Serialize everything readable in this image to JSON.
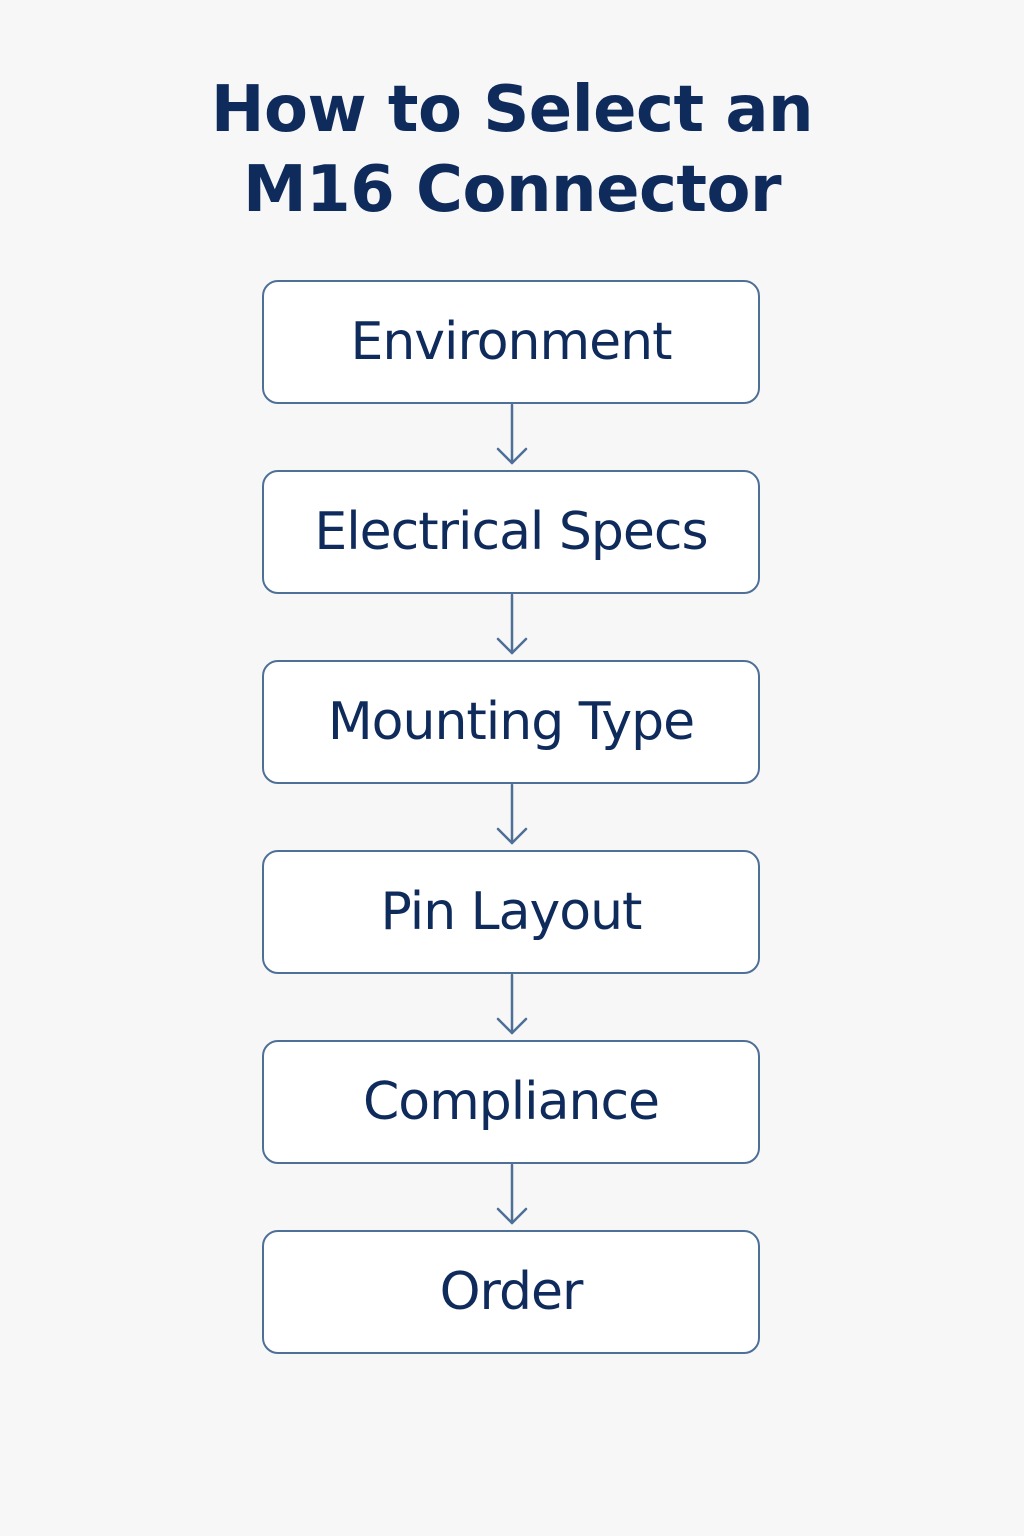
{
  "title": {
    "line1": "How to Select an",
    "line2": "M16 Connector"
  },
  "steps": [
    {
      "label": "Environment"
    },
    {
      "label": "Electrical Specs"
    },
    {
      "label": "Mounting Type"
    },
    {
      "label": "Pin Layout"
    },
    {
      "label": "Compliance"
    },
    {
      "label": "Order"
    }
  ],
  "colors": {
    "background": "#f7f7f8",
    "text": "#0f2b5c",
    "border": "#4e6f96",
    "box_fill": "#ffffff"
  }
}
